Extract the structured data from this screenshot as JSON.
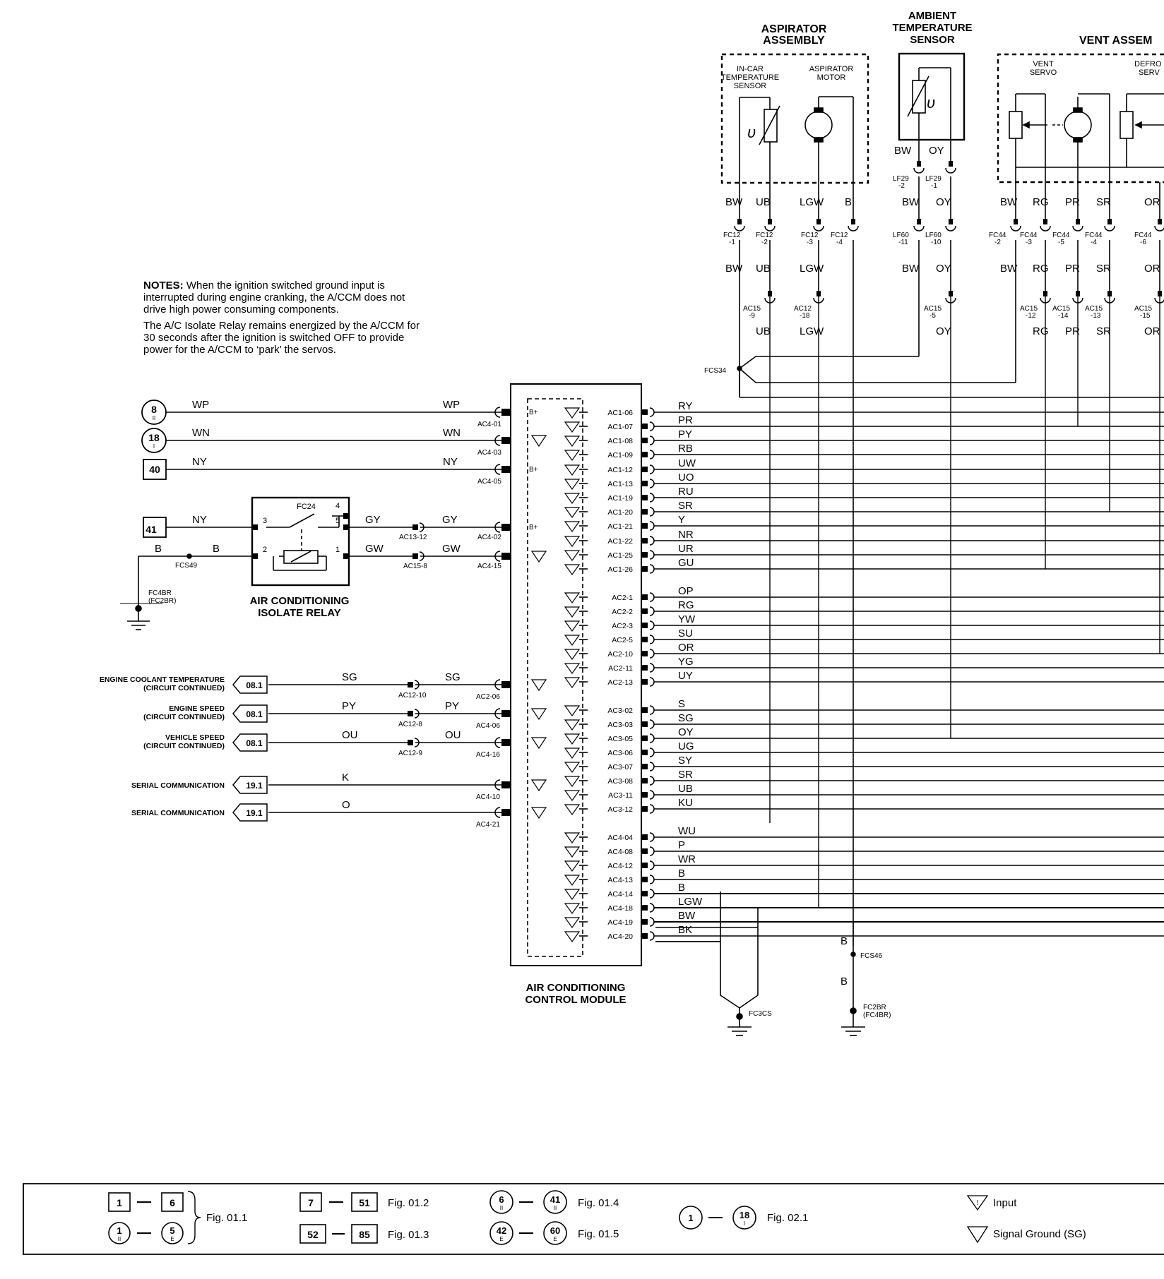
{
  "notes": {
    "heading": "NOTES:",
    "lines": [
      "When the ignition switched ground input is",
      "interrupted during engine cranking, the A/CCM does not",
      "drive high power consuming components.",
      "The A/C Isolate Relay remains energized by the A/CCM for",
      "30 seconds after the ignition is switched OFF to provide",
      "power for the A/CCM to ‘park’ the servos."
    ]
  },
  "components": {
    "aspirator": {
      "title_lines": [
        "ASPIRATOR",
        "ASSEMBLY"
      ],
      "in_car_lines": [
        "IN-CAR",
        "TEMPERATURE",
        "SENSOR"
      ],
      "motor_lines": [
        "ASPIRATOR",
        "MOTOR"
      ]
    },
    "ambient": {
      "title_lines": [
        "AMBIENT",
        "TEMPERATURE",
        "SENSOR"
      ]
    },
    "vent": {
      "title": "VENT ASSEM",
      "servo_lines": [
        "VENT",
        "SERVO"
      ],
      "defrost_lines": [
        "DEFRO",
        "SERV"
      ]
    },
    "relay": {
      "title_lines": [
        "AIR CONDITIONING",
        "ISOLATE RELAY"
      ],
      "conn": "FC24",
      "pins": [
        "1",
        "2",
        "3",
        "4",
        "5"
      ]
    },
    "accm": {
      "title_lines": [
        "AIR CONDITIONING",
        "CONTROL MODULE"
      ]
    }
  },
  "top_wires": {
    "row1": [
      "BW",
      "UB",
      "LGW",
      "B",
      "BW",
      "OY",
      "BW",
      "RG",
      "PR",
      "SR",
      "OR"
    ],
    "row2": [
      "BW",
      "UB",
      "LGW",
      "BW",
      "OY",
      "BW",
      "RG",
      "PR",
      "SR",
      "OR"
    ],
    "row3": [
      "UB",
      "LGW",
      "OY",
      "RG",
      "PR",
      "SR",
      "OR"
    ],
    "ambient_inner": [
      "BW",
      "OY"
    ]
  },
  "top_connectors": {
    "lf29": [
      [
        "LF29",
        "-2"
      ],
      [
        "LF29",
        "-1"
      ]
    ],
    "fc12": [
      [
        "FC12",
        "-1"
      ],
      [
        "FC12",
        "-2"
      ],
      [
        "FC12",
        "-3"
      ],
      [
        "FC12",
        "-4"
      ]
    ],
    "lf60": [
      [
        "LF60",
        "-11"
      ],
      [
        "LF60",
        "-10"
      ]
    ],
    "fc44": [
      [
        "FC44",
        "-2"
      ],
      [
        "FC44",
        "-3"
      ],
      [
        "FC44",
        "-5"
      ],
      [
        "FC44",
        "-4"
      ],
      [
        "FC44",
        "-6"
      ]
    ],
    "ac15_12": [
      [
        "AC15",
        "-9"
      ],
      [
        "AC12",
        "-18"
      ],
      [
        "AC15",
        "-5"
      ],
      [
        "AC15",
        "-12"
      ],
      [
        "AC15",
        "-14"
      ],
      [
        "AC15",
        "-13"
      ],
      [
        "AC15",
        "-15"
      ]
    ],
    "fcs34": "FCS34"
  },
  "left_inputs": [
    {
      "ref": "8",
      "sub": "II",
      "wire": "WP",
      "wire2": "WP",
      "conn": "AC4-01",
      "sym": "B+"
    },
    {
      "ref": "18",
      "sub": "I",
      "wire": "WN",
      "wire2": "WN",
      "conn": "AC4-03",
      "sym": ""
    },
    {
      "ref": "40",
      "sub": "",
      "wire": "NY",
      "wire2": "NY",
      "conn": "AC4-05",
      "sym": "B+"
    }
  ],
  "relay_wires": {
    "in_ref": "41",
    "in_wire": "NY",
    "ground_wire1": "B",
    "ground_wire2": "B",
    "splice": "FCS49",
    "ground": [
      "FC4BR",
      "(FC2BR)"
    ],
    "out1": "GY",
    "out1b": "GY",
    "out1_conn": "AC13-12",
    "out1_pin": "AC4-02",
    "out1_sym": "B+",
    "out2": "GW",
    "out2b": "GW",
    "out2_conn": "AC15-8",
    "out2_pin": "AC4-15"
  },
  "left_signals": [
    {
      "label_lines": [
        "ENGINE COOLANT TEMPERATURE",
        "(CIRCUIT CONTINUED)"
      ],
      "ref": "08.1",
      "wire": "SG",
      "wire2": "SG",
      "inline": "AC12-10",
      "pin": "AC2-06"
    },
    {
      "label_lines": [
        "ENGINE SPEED",
        "(CIRCUIT CONTINUED)"
      ],
      "ref": "08.1",
      "wire": "PY",
      "wire2": "PY",
      "inline": "AC12-8",
      "pin": "AC4-06"
    },
    {
      "label_lines": [
        "VEHICLE SPEED",
        "(CIRCUIT CONTINUED)"
      ],
      "ref": "08.1",
      "wire": "OU",
      "wire2": "OU",
      "inline": "AC12-9",
      "pin": "AC4-16"
    },
    {
      "label_lines": [
        "SERIAL COMMUNICATION"
      ],
      "ref": "19.1",
      "wire": "K",
      "pin": "AC4-10"
    },
    {
      "label_lines": [
        "SERIAL COMMUNICATION"
      ],
      "ref": "19.1",
      "wire": "O",
      "pin": "AC4-21"
    }
  ],
  "right_pins": [
    {
      "pin": "AC1-06",
      "wire": "RY"
    },
    {
      "pin": "AC1-07",
      "wire": "PR"
    },
    {
      "pin": "AC1-08",
      "wire": "PY"
    },
    {
      "pin": "AC1-09",
      "wire": "RB"
    },
    {
      "pin": "AC1-12",
      "wire": "UW"
    },
    {
      "pin": "AC1-13",
      "wire": "UO"
    },
    {
      "pin": "AC1-19",
      "wire": "RU"
    },
    {
      "pin": "AC1-20",
      "wire": "SR"
    },
    {
      "pin": "AC1-21",
      "wire": "Y"
    },
    {
      "pin": "AC1-22",
      "wire": "NR"
    },
    {
      "pin": "AC1-25",
      "wire": "UR"
    },
    {
      "pin": "AC1-26",
      "wire": "GU"
    },
    {
      "pin": "AC2-1",
      "wire": "OP"
    },
    {
      "pin": "AC2-2",
      "wire": "RG"
    },
    {
      "pin": "AC2-3",
      "wire": "YW"
    },
    {
      "pin": "AC2-5",
      "wire": "SU"
    },
    {
      "pin": "AC2-10",
      "wire": "OR"
    },
    {
      "pin": "AC2-11",
      "wire": "YG"
    },
    {
      "pin": "AC2-13",
      "wire": "UY"
    },
    {
      "pin": "AC3-02",
      "wire": "S"
    },
    {
      "pin": "AC3-03",
      "wire": "SG"
    },
    {
      "pin": "AC3-05",
      "wire": "OY"
    },
    {
      "pin": "AC3-06",
      "wire": "UG"
    },
    {
      "pin": "AC3-07",
      "wire": "SY"
    },
    {
      "pin": "AC3-08",
      "wire": "SR"
    },
    {
      "pin": "AC3-11",
      "wire": "UB"
    },
    {
      "pin": "AC3-12",
      "wire": "KU"
    },
    {
      "pin": "AC4-04",
      "wire": "WU"
    },
    {
      "pin": "AC4-08",
      "wire": "P"
    },
    {
      "pin": "AC4-12",
      "wire": "WR"
    },
    {
      "pin": "AC4-13",
      "wire": "B"
    },
    {
      "pin": "AC4-14",
      "wire": "B"
    },
    {
      "pin": "AC4-18",
      "wire": "LGW"
    },
    {
      "pin": "AC4-19",
      "wire": "BW"
    },
    {
      "pin": "AC4-20",
      "wire": "BK"
    }
  ],
  "grounds": {
    "fc3cs": "FC3CS",
    "b1": "B",
    "b2": "B",
    "fcs46": "FCS46",
    "fc2br": [
      "FC2BR",
      "(FC4BR)"
    ]
  },
  "legend": {
    "g1": {
      "a": "1",
      "b": "6",
      "c": "1",
      "c_sub": "II",
      "d": "5",
      "d_sub": "E",
      "fig": "Fig. 01.1"
    },
    "g2": {
      "a": "7",
      "b": "51",
      "fig1": "Fig. 01.2",
      "c": "52",
      "d": "85",
      "fig2": "Fig. 01.3"
    },
    "g3": {
      "a": "6",
      "a_sub": "II",
      "b": "41",
      "b_sub": "II",
      "fig1": "Fig. 01.4",
      "c": "42",
      "c_sub": "E",
      "d": "60",
      "d_sub": "E",
      "fig2": "Fig. 01.5"
    },
    "g4": {
      "a": "1",
      "b": "18",
      "b_sub": "I",
      "fig": "Fig. 02.1"
    },
    "input": "Input",
    "sg": "Signal Ground (SG)"
  }
}
